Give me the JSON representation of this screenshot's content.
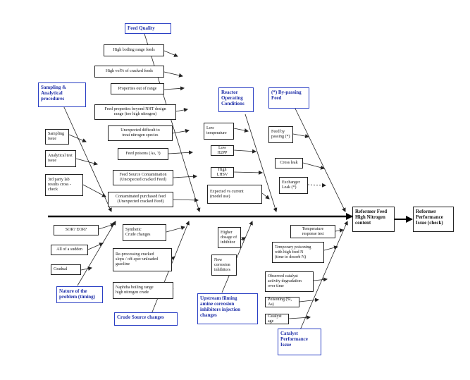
{
  "diagram": {
    "categories": {
      "feed_quality": "Feed Quality",
      "sampling": "Sampling &\nAnalytical\nprocedures",
      "reactor": "Reactor\nOperating\nConditions",
      "bypassing": "(*) By-passing\nFeed",
      "nature": "Nature of the\nproblem (timing)",
      "crude_source": "Crude Source changes",
      "upstream": "Upstream filming\namine corrosion\ninhibitors injection\nchanges",
      "catalyst": "Catalyst\nPerformance\nIssue"
    },
    "causes": {
      "fq1": "High boiling range  feeds",
      "fq2": "High vol% of cracked feeds",
      "fq3": "Properties  out of  range",
      "fq4": "Feed properties beyond NHT design\nrange (too high nitrogen)",
      "fq5": "Unexpected difficult to\ntreat nitrogen species",
      "fq6": "Feed poisons (As, ?)",
      "fq7": "Feed Source Contamination\n(Unexpected cracked Feed)",
      "fq8": "Contaminated purchased feed\n(Unexpected cracked Feed)",
      "s1": "Sampling\nissue",
      "s2": "Analytical test\nissue",
      "s3": "3rd party lab\nresults cross -\ncheck",
      "r1": "Low\ntemperature",
      "r2": "Low H2PP",
      "r3": "High LHSV",
      "r4": "Expected vs current\n(model use)",
      "b1": "Feed by\npassing (*)",
      "b2": "Cross leak",
      "b3": "Exchanger\nLeak (*)",
      "n1": "SOR? EOR?",
      "n2": "All of a sudden",
      "n3": "Gradual",
      "c1": "Synthetic\nCrude changes",
      "c2": "Re-processing  cracked\nslops / off-spec unloaded\ngasoline",
      "c3": "Naphtha boiling range\nhigh nitrogen crude",
      "u1": "Higher\ndosage of\ninhibitor",
      "u2": "New\ncorrosion\ninhibitors",
      "k1": "Temperature\nresponse test",
      "k2": "Temporary poisoning\nwith high feed N\n(time to desorb N)",
      "k3": "Observed catalyst\nactivity degradation\nover time",
      "k4": "Poisoning (Si, As)",
      "k5": "Catalyst age"
    },
    "head_problem": "Reformer Feed\nHigh Nitrogen\ncontent",
    "effect": "Reformer\nPerformance\nIssue (check)"
  }
}
